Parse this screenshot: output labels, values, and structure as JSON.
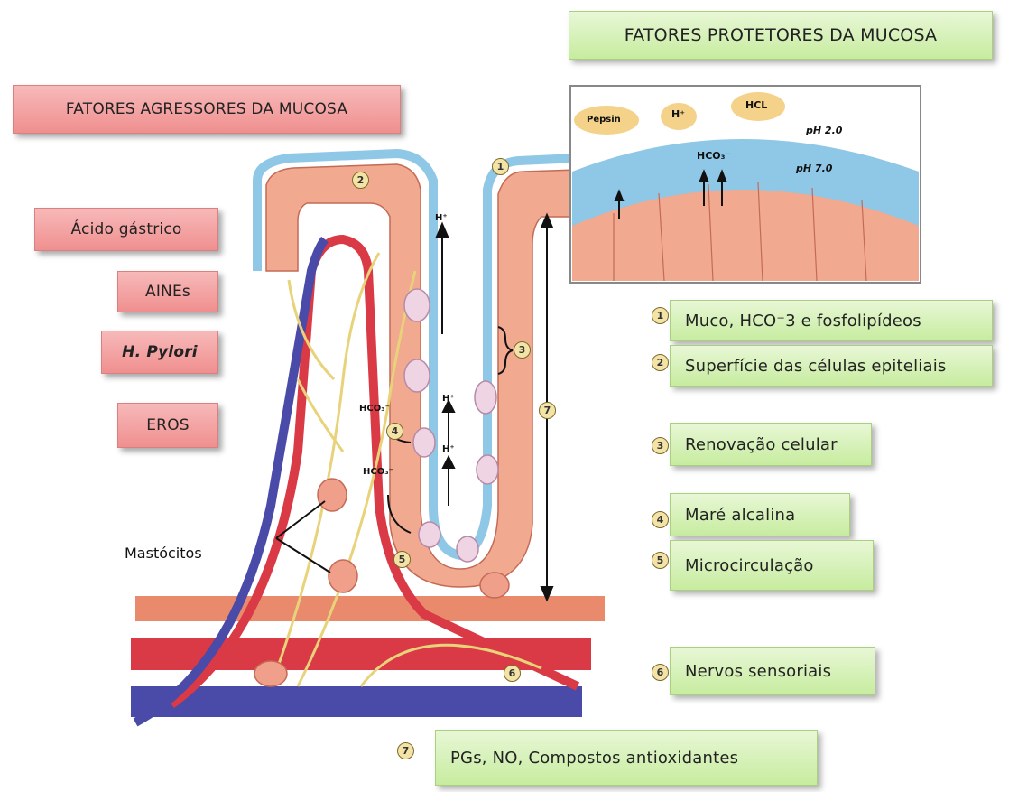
{
  "titles": {
    "protective": "FATORES PROTETORES DA MUCOSA",
    "aggressive": "FATORES AGRESSORES DA MUCOSA"
  },
  "aggressors": [
    "Ácido gástrico",
    "AINEs",
    "H. Pylori",
    "EROS"
  ],
  "protectors": [
    {
      "num": "1",
      "label": "Muco, HCO⁻3 e fosfolipídeos"
    },
    {
      "num": "2",
      "label": "Superfície das células epiteliais"
    },
    {
      "num": "3",
      "label": "Renovação celular"
    },
    {
      "num": "4",
      "label": "Maré alcalina"
    },
    {
      "num": "5",
      "label": "Microcirculação"
    },
    {
      "num": "6",
      "label": "Nervos sensoriais"
    },
    {
      "num": "7",
      "label": "PGs, NO, Compostos antioxidantes"
    }
  ],
  "inset": {
    "pepsin": "Pepsin",
    "hplus": "H⁺",
    "hcl": "HCL",
    "ph_low": "pH 2.0",
    "ph_high": "pH 7.0",
    "hco3": "HCO₃⁻"
  },
  "diagram_labels": {
    "mastocitos": "Mastócitos",
    "hplus": "H⁺",
    "hco3": "HCO₃⁻",
    "markers": [
      "1",
      "2",
      "3",
      "4",
      "5",
      "6",
      "7"
    ]
  },
  "colors": {
    "mucus": "#8fc7e6",
    "epithelium": "#f1a98f",
    "artery": "#d93a45",
    "vein": "#4a4aa8",
    "nerve": "#e8d27a",
    "green_box": "#c7ec9f",
    "red_box": "#f08f8f"
  }
}
